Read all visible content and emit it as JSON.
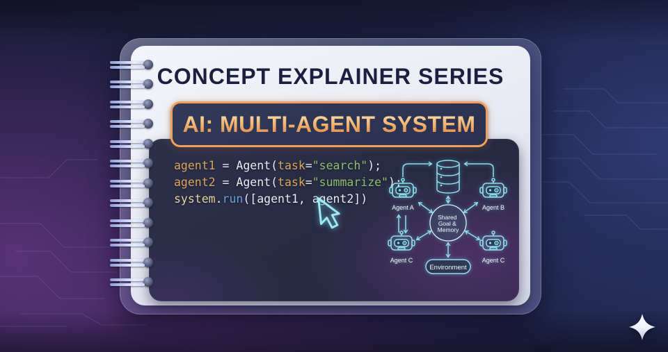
{
  "header": {
    "series_title": "CONCEPT EXPLAINER SERIES",
    "topic_badge": "AI: MULTI-AGENT SYSTEM"
  },
  "code": {
    "lines": [
      {
        "tokens": [
          {
            "t": "agent1",
            "c": "var"
          },
          {
            "t": " = ",
            "c": "plain"
          },
          {
            "t": "Agent(",
            "c": "plain"
          },
          {
            "t": "task",
            "c": "var"
          },
          {
            "t": "=",
            "c": "plain"
          },
          {
            "t": "\"search\"",
            "c": "str"
          },
          {
            "t": ");",
            "c": "plain"
          }
        ]
      },
      {
        "tokens": [
          {
            "t": "agent2",
            "c": "var"
          },
          {
            "t": " = ",
            "c": "plain"
          },
          {
            "t": "Agent(",
            "c": "plain"
          },
          {
            "t": "task",
            "c": "var"
          },
          {
            "t": "=",
            "c": "plain"
          },
          {
            "t": "\"summarize\"",
            "c": "str"
          },
          {
            "t": ");",
            "c": "plain"
          }
        ]
      },
      {
        "tokens": [
          {
            "t": "system",
            "c": "obj"
          },
          {
            "t": ".",
            "c": "plain"
          },
          {
            "t": "run",
            "c": "fn"
          },
          {
            "t": "([agent1, agent2])",
            "c": "plain"
          }
        ]
      }
    ]
  },
  "diagram": {
    "agent_a_label": "Agent A",
    "agent_b_label": "Agent B",
    "agent_c_left_label": "Agent C",
    "agent_c_right_label": "Agent C",
    "center_node_lines": [
      "Shared",
      "Goal &",
      "Memory"
    ],
    "environment_label": "Environment",
    "datastore_icon": "database-icon"
  },
  "icons": {
    "cursor": "arrow-cursor-icon",
    "logo": "sparkle-logo-icon"
  },
  "colors": {
    "accent_orange": "#ef9f5e",
    "neon_cyan": "#8fe0ee",
    "code_orange": "#dca45c",
    "code_green": "#8fbf70",
    "code_blue": "#6ba0d8",
    "title_navy": "#1b2040",
    "card_white": "#eceef5",
    "panel_navy": "#282d44"
  }
}
